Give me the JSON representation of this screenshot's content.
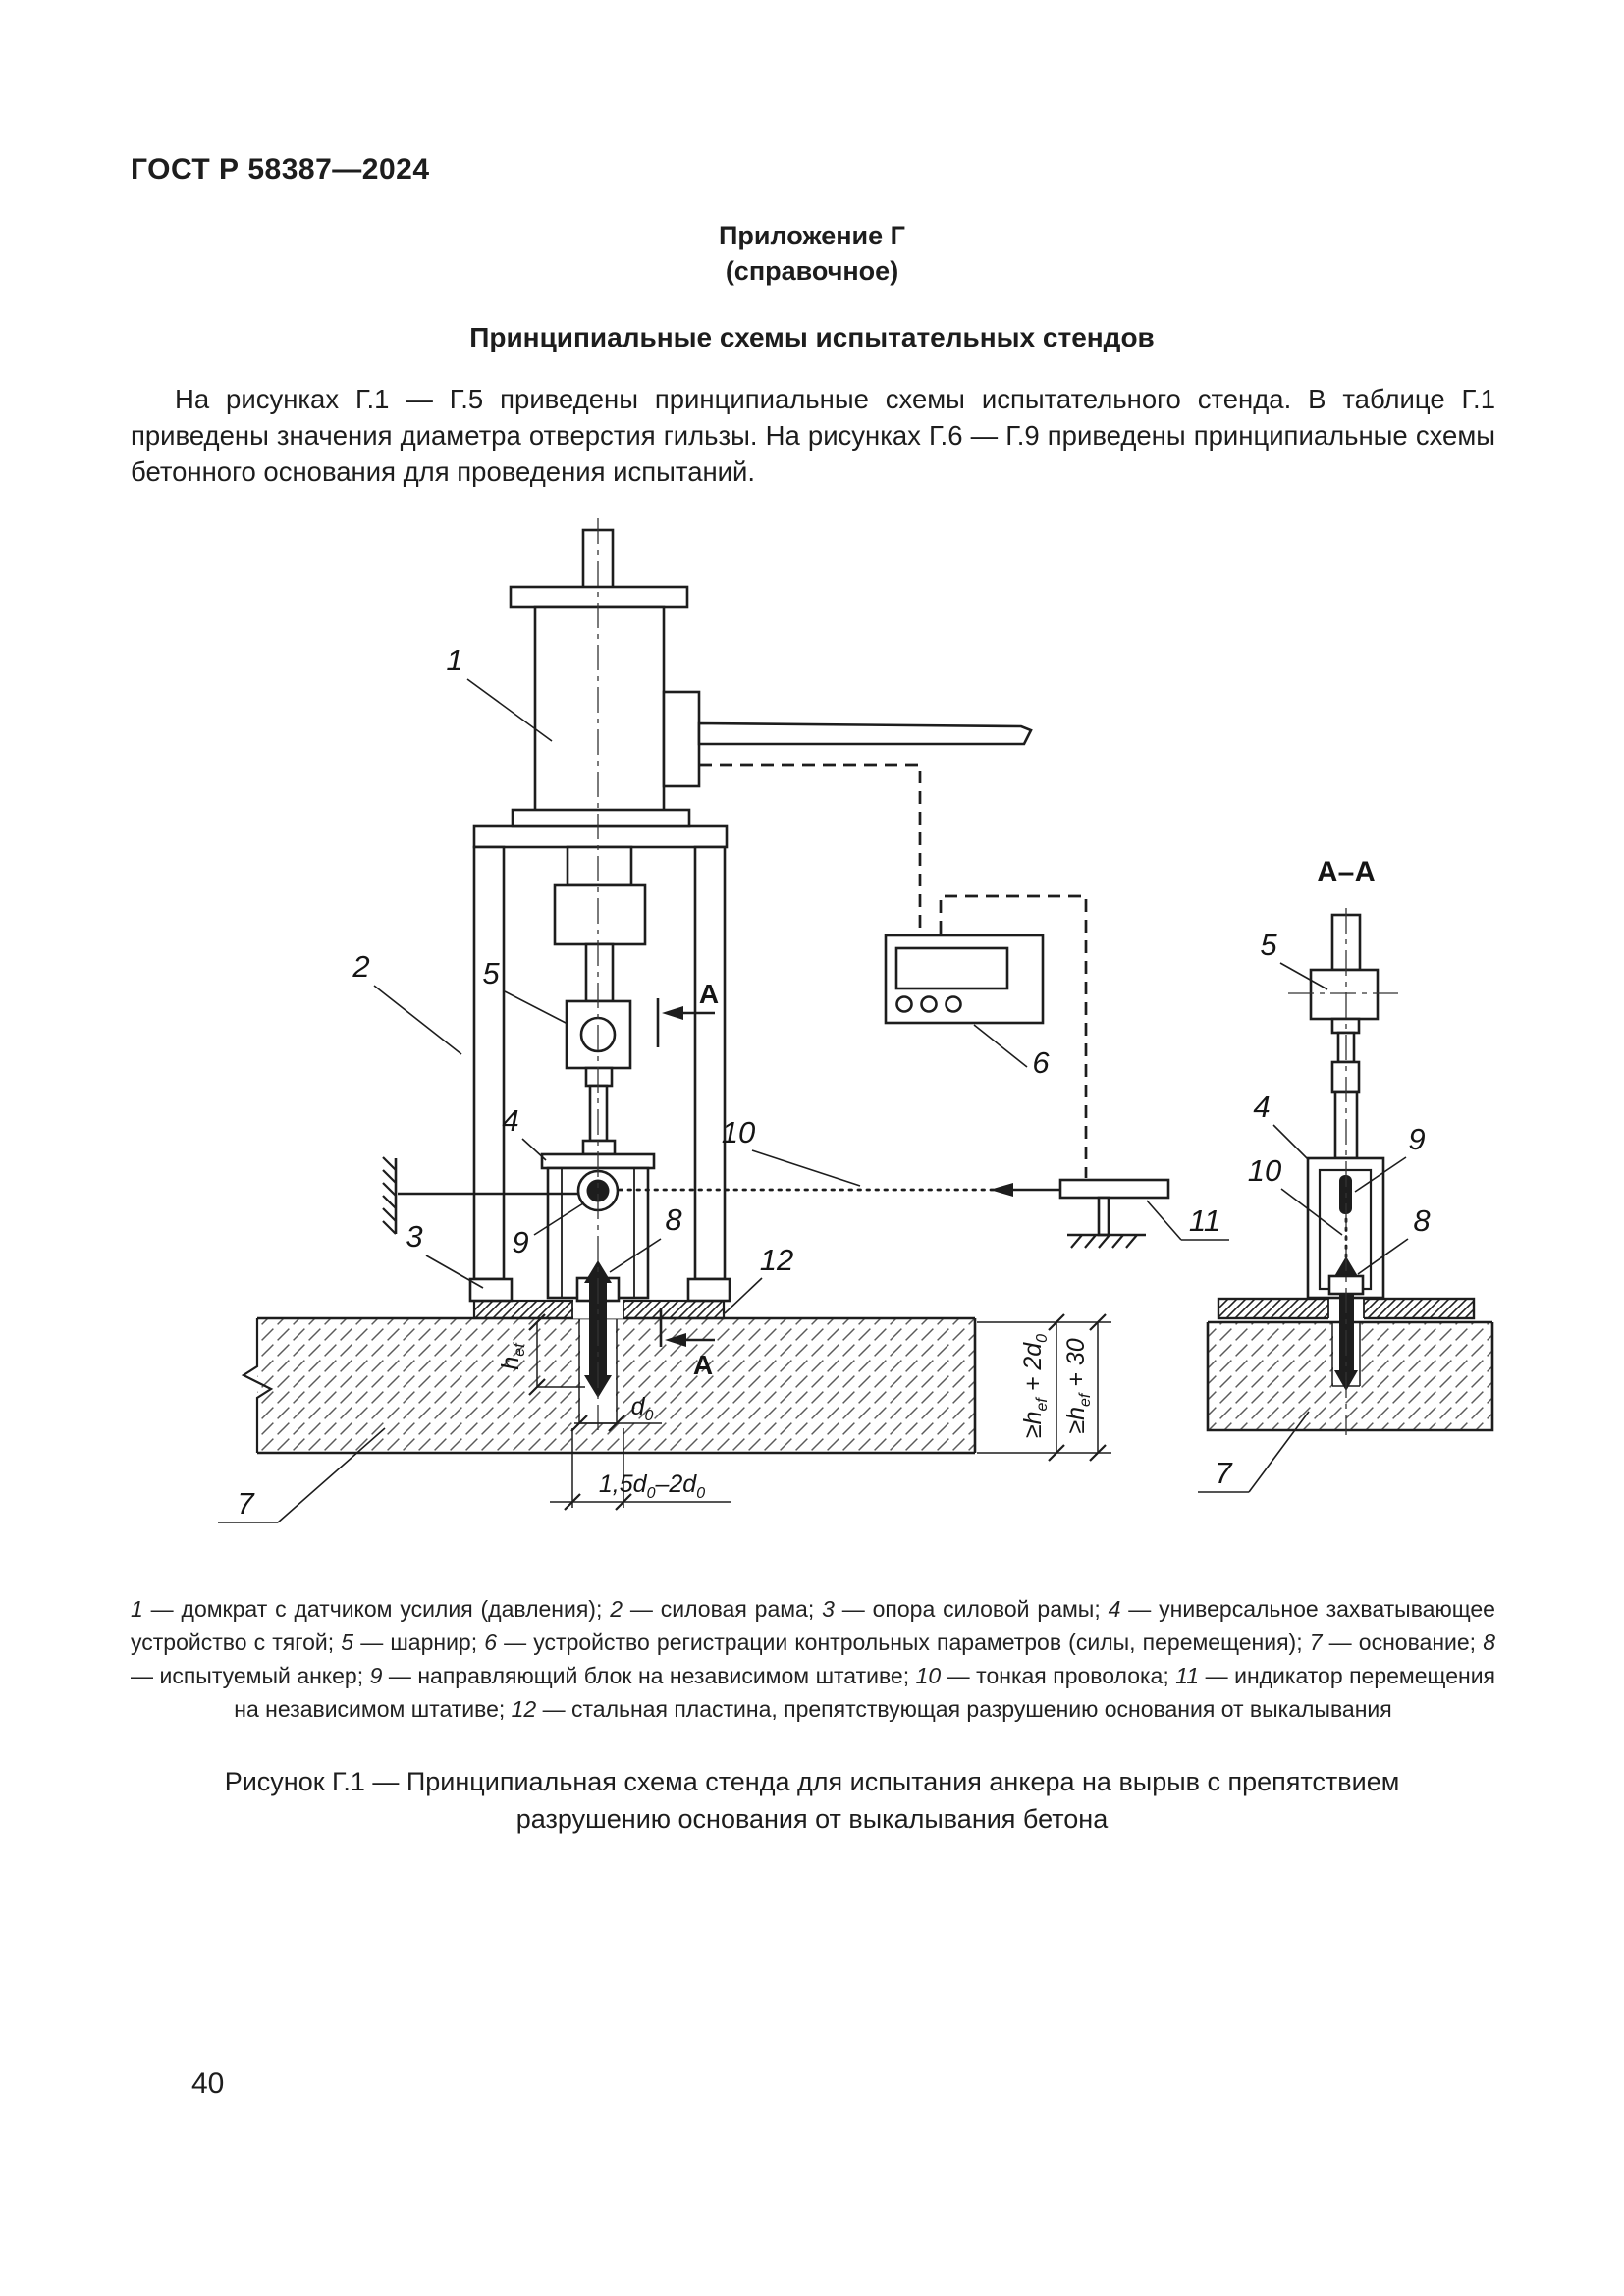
{
  "page": {
    "code": "ГОСТ Р 58387—2024",
    "number": "40"
  },
  "annex": {
    "title": "Приложение Г",
    "subtitle": "(справочное)",
    "heading": "Принципиальные схемы испытательных стендов"
  },
  "intro": "На рисунках Г.1 — Г.5 приведены принципиальные схемы испытательного стенда. В таблице Г.1 приведены значения диаметра отверстия гильзы. На рисунках Г.6 — Г.9 приведены принципиальные схемы бетонного основания для проведения испытаний.",
  "figure": {
    "section_title": "А–А",
    "section_letter": "А",
    "callouts": {
      "n1": "1",
      "n2": "2",
      "n3": "3",
      "n4": "4",
      "n5": "5",
      "n6": "6",
      "n7": "7",
      "n8": "8",
      "n9": "9",
      "n10": "10",
      "n11": "11",
      "n12": "12"
    },
    "dims": {
      "hef": {
        "a": "h",
        "sub": "ef"
      },
      "d0": {
        "a": "d",
        "sub": "0"
      },
      "hole": {
        "t1": "1,5d",
        "s1": "0",
        "t2": "–2d",
        "s2": "0"
      },
      "right_inner": {
        "t1": "≥h",
        "s1": "ef",
        "t2": " + 2d",
        "s2": "0"
      },
      "right_outer": {
        "t1": "≥h",
        "s1": "ef",
        "t2": " + 30"
      }
    }
  },
  "legend": {
    "items": [
      {
        "n": "1",
        "t": " — домкрат с датчиком усилия (давления); "
      },
      {
        "n": "2",
        "t": " — силовая рама; "
      },
      {
        "n": "3",
        "t": " — опора силовой рамы; "
      },
      {
        "n": "4",
        "t": " — универсальное захватывающее устройство с тягой; "
      },
      {
        "n": "5",
        "t": " — шарнир; "
      },
      {
        "n": "6",
        "t": " — устройство регистрации контрольных параметров (силы, перемещения); "
      },
      {
        "n": "7",
        "t": " — основание; "
      },
      {
        "n": "8",
        "t": " — испытуемый анкер; "
      },
      {
        "n": "9",
        "t": " — направляющий блок на независимом штативе; "
      },
      {
        "n": "10",
        "t": " — тонкая проволока; "
      },
      {
        "n": "11",
        "t": " — индикатор перемещения на независимом штативе; "
      },
      {
        "n": "12",
        "t": " — стальная пластина, препятствующая разрушению основания от выкалывания"
      }
    ]
  },
  "caption": "Рисунок Г.1 — Принципиальная схема стенда для испытания анкера на вырыв с препятствием разрушению основания от выкалывания бетона",
  "colors": {
    "ink": "#1d1d1d",
    "paper": "#ffffff"
  }
}
